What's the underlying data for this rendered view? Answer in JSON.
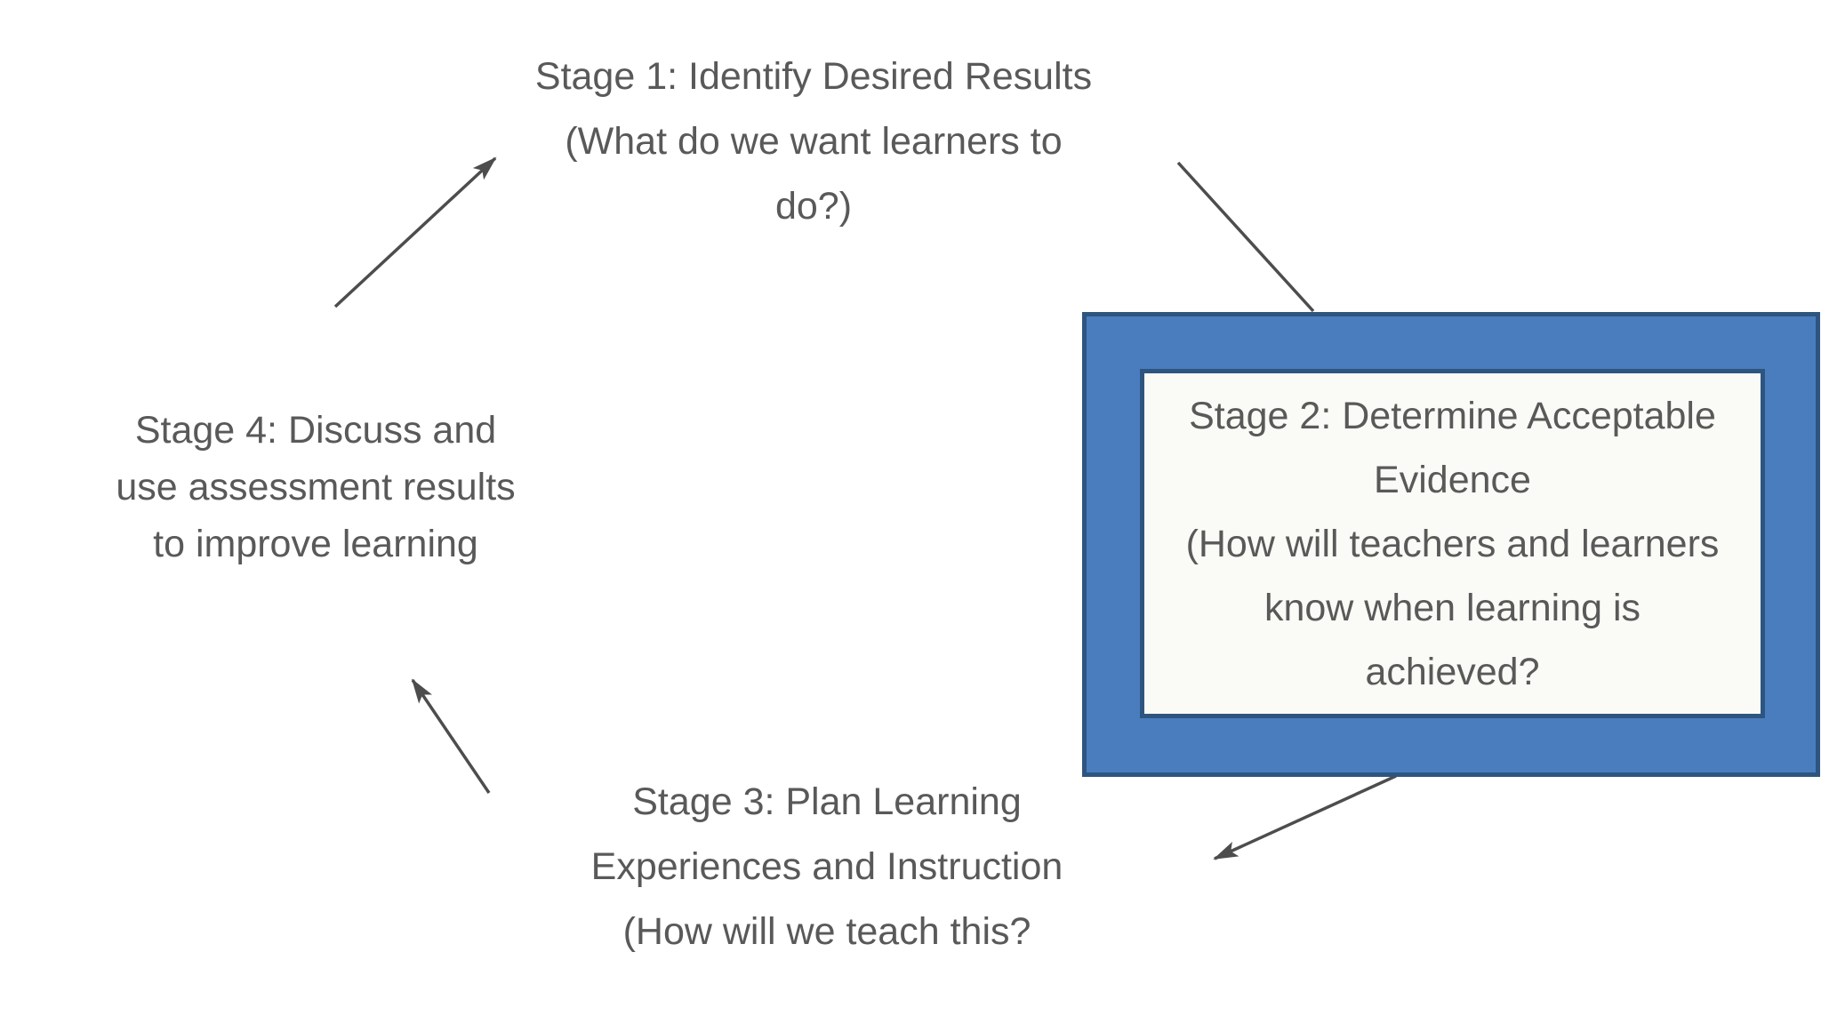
{
  "diagram": {
    "stage1": {
      "lines": [
        "Stage 1: Identify Desired Results",
        "(What do we want learners to",
        "do?)"
      ]
    },
    "stage2": {
      "highlighted": true,
      "lines": [
        "Stage 2: Determine Acceptable",
        "Evidence",
        "(How will teachers and learners",
        "know when learning is",
        "achieved?"
      ]
    },
    "stage3": {
      "lines": [
        "Stage 3: Plan Learning",
        "Experiences and Instruction",
        "(How will we teach this?"
      ]
    },
    "stage4": {
      "lines": [
        "Stage 4: Discuss and",
        "use assessment results",
        "to improve learning"
      ]
    },
    "arrows": [
      {
        "from": "stage-4",
        "to": "stage-1"
      },
      {
        "from": "stage-1",
        "to": "stage-2"
      },
      {
        "from": "stage-2",
        "to": "stage-3"
      },
      {
        "from": "stage-3",
        "to": "stage-4"
      }
    ],
    "colors": {
      "background": "#FFFFFF",
      "text": "#595959",
      "arrow": "#4D4D4D",
      "highlight_fill": "#4A7DBE",
      "highlight_border": "#2E5580",
      "inner_fill": "#FAFAF6"
    }
  }
}
